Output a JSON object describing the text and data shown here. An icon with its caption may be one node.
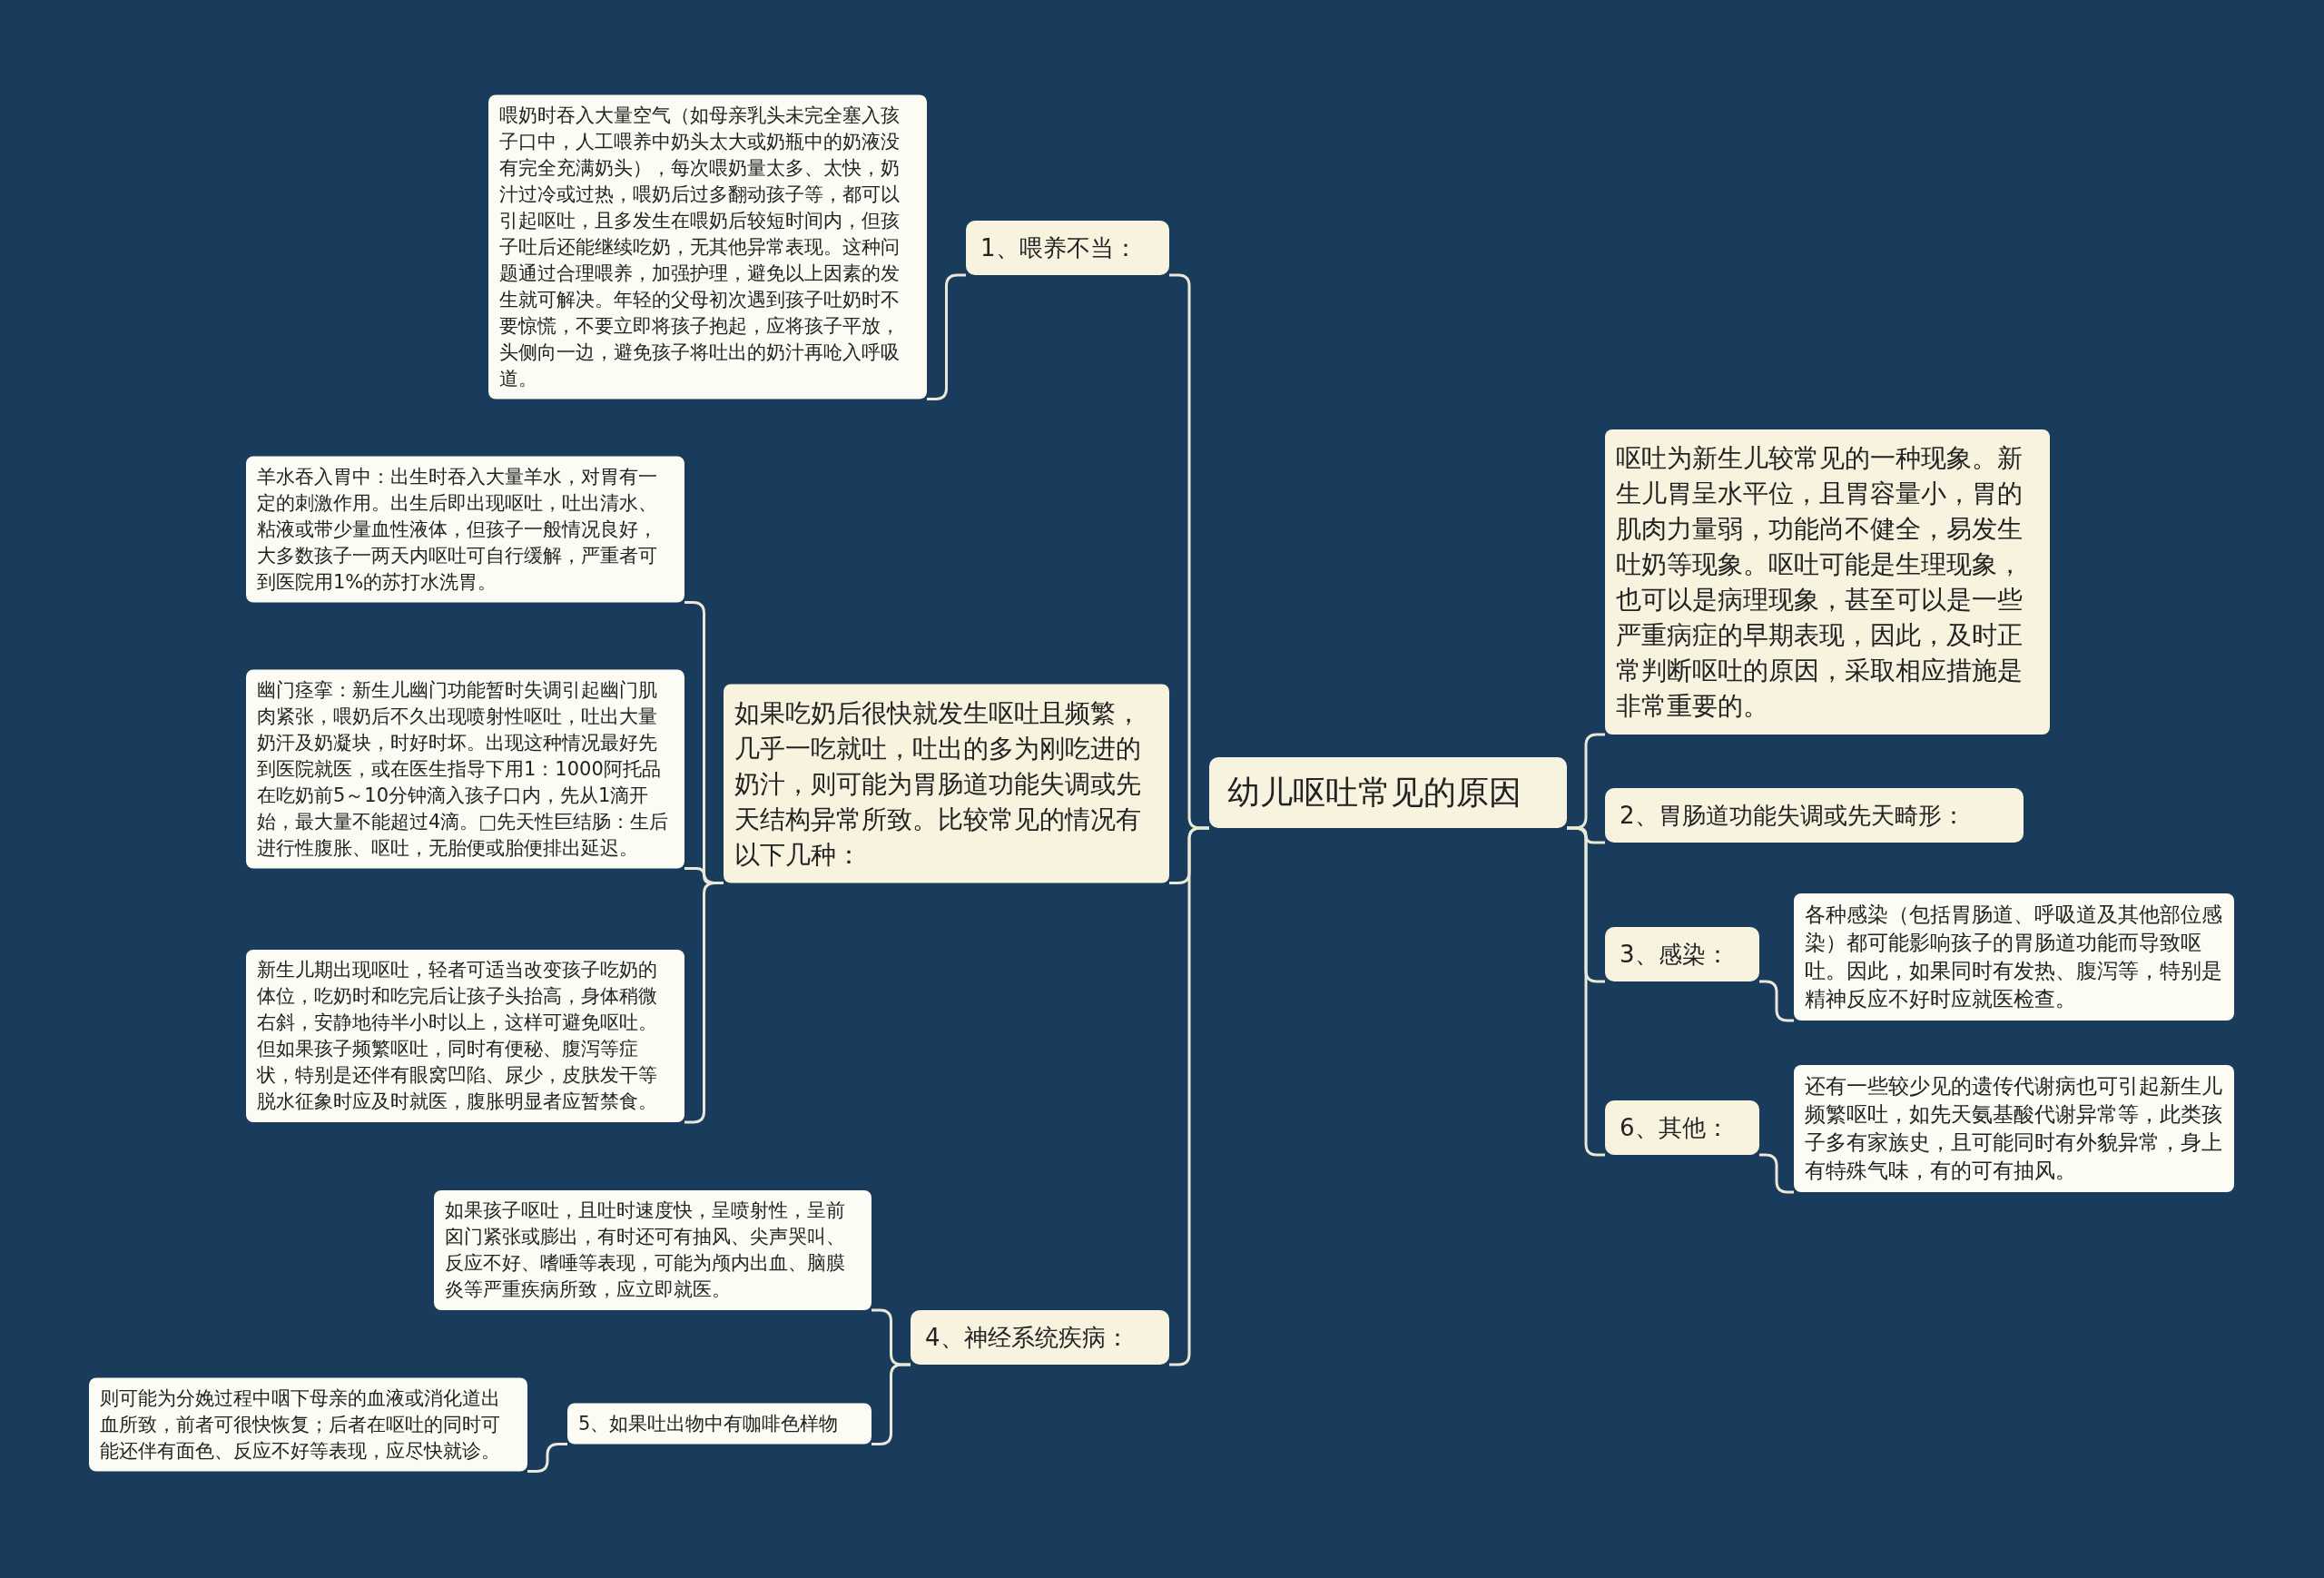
{
  "diagram": {
    "nodes": [
      {
        "text": [
          "幼儿呕吐常见的原因"
        ]
      },
      {
        "text": [
          "1、喂养不当："
        ]
      },
      {
        "text": [
          "喂奶时吞入大量空气（如母亲乳头未完全塞入孩子口中，人工喂养中奶头太大或奶瓶中的奶液没有完全充满奶头），每次喂奶量太多、太快，奶汁过冷或过热，喂奶后过多翻动孩子等，都可以引起呕吐，且多发生在喂奶后较短时间内，但孩子吐后还能继续吃奶，无其他异常表现。这种问题通过合理喂养，加强护理，避免以上因素的发生就可解决。年轻的父母初次遇到孩子吐奶时不要惊慌，不要立即将孩子抱起，应将孩子平放，头侧向一边，避免孩子将吐出的奶汁再呛入呼吸道。"
        ]
      },
      {
        "text": [
          "如果吃奶后很快就发生呕吐且频繁，几乎一吃就吐，吐出的多为刚吃进的奶汁，则可能为胃肠道功能失调或先天结构异常所致。比较常见的情况有以下几种："
        ]
      },
      {
        "text": [
          "羊水吞入胃中：出生时吞入大量羊水，对胃有一定的刺激作用。出生后即出现呕吐，吐出清水、粘液或带少量血性液体，但孩子一般情况良好，大多数孩子一两天内呕吐可自行缓解，严重者可到医院用1%的苏打水洗胃。"
        ]
      },
      {
        "text": [
          "幽门痉挛：新生儿幽门功能暂时失调引起幽门肌肉紧张，喂奶后不久出现喷射性呕吐，吐出大量奶汗及奶凝块，时好时坏。出现这种情况最好先到医院就医，或在医生指导下用1：1000阿托品在吃奶前5～10分钟滴入孩子口内，先从1滴开始，最大量不能超过4滴。□先天性巨结肠：生后进行性腹胀、呕吐，无胎便或胎便排出延迟。"
        ]
      },
      {
        "text": [
          "新生儿期出现呕吐，轻者可适当改变孩子吃奶的体位，吃奶时和吃完后让孩子头抬高，身体稍微右斜，安静地待半小时以上，这样可避免呕吐。但如果孩子频繁呕吐，同时有便秘、腹泻等症状，特别是还伴有眼窝凹陷、尿少，皮肤发干等脱水征象时应及时就医，腹胀明显者应暂禁食。"
        ]
      },
      {
        "text": [
          "4、神经系统疾病："
        ]
      },
      {
        "text": [
          "如果孩子呕吐，且吐时速度快，呈喷射性，呈前囟门紧张或膨出，有时还可有抽风、尖声哭叫、反应不好、嗜唾等表现，可能为颅内出血、脑膜炎等严重疾病所致，应立即就医。"
        ]
      },
      {
        "text": [
          "5、如果吐出物中有咖啡色样物"
        ]
      },
      {
        "text": [
          "则可能为分娩过程中咽下母亲的血液或消化道出血所致，前者可很快恢复；后者在呕吐的同时可能还伴有面色、反应不好等表现，应尽快就诊。"
        ]
      },
      {
        "text": [
          "呕吐为新生儿较常见的一种现象。新生儿胃呈水平位，且胃容量小，胃的肌肉力量弱，功能尚不健全，易发生吐奶等现象。呕吐可能是生理现象，也可以是病理现象，甚至可以是一些严重病症的早期表现，因此，及时正常判断呕吐的原因，采取相应措施是非常重要的。"
        ]
      },
      {
        "text": [
          "2、胃肠道功能失调或先天畸形："
        ]
      },
      {
        "text": [
          "3、感染："
        ]
      },
      {
        "text": [
          "各种感染（包括胃肠道、呼吸道及其他部位感染）都可能影响孩子的胃肠道功能而导致呕吐。因此，如果同时有发热、腹泻等，特别是精神反应不好时应就医检查。"
        ]
      },
      {
        "text": [
          "6、其他："
        ]
      },
      {
        "text": [
          "还有一些较少见的遗传代谢病也可引起新生儿频繁呕吐，如先天氨基酸代谢异常等，此类孩子多有家族史，且可能同时有外貌异常，身上有特殊气味，有的可有抽风。"
        ]
      }
    ],
    "edges": [
      {
        "from": 0,
        "to": 1,
        "arrow": "none"
      },
      {
        "from": 1,
        "to": 2,
        "arrow": "none"
      },
      {
        "from": 0,
        "to": 3,
        "arrow": "none"
      },
      {
        "from": 3,
        "to": 4,
        "arrow": "none"
      },
      {
        "from": 3,
        "to": 5,
        "arrow": "none"
      },
      {
        "from": 3,
        "to": 6,
        "arrow": "none"
      },
      {
        "from": 0,
        "to": 7,
        "arrow": "none"
      },
      {
        "from": 7,
        "to": 8,
        "arrow": "none"
      },
      {
        "from": 7,
        "to": 9,
        "arrow": "none"
      },
      {
        "from": 9,
        "to": 10,
        "arrow": "none"
      },
      {
        "from": 0,
        "to": 11,
        "arrow": "none"
      },
      {
        "from": 0,
        "to": 12,
        "arrow": "none"
      },
      {
        "from": 0,
        "to": 13,
        "arrow": "none"
      },
      {
        "from": 13,
        "to": 14,
        "arrow": "none"
      },
      {
        "from": 0,
        "to": 15,
        "arrow": "none"
      },
      {
        "from": 15,
        "to": 16,
        "arrow": "none"
      }
    ]
  }
}
